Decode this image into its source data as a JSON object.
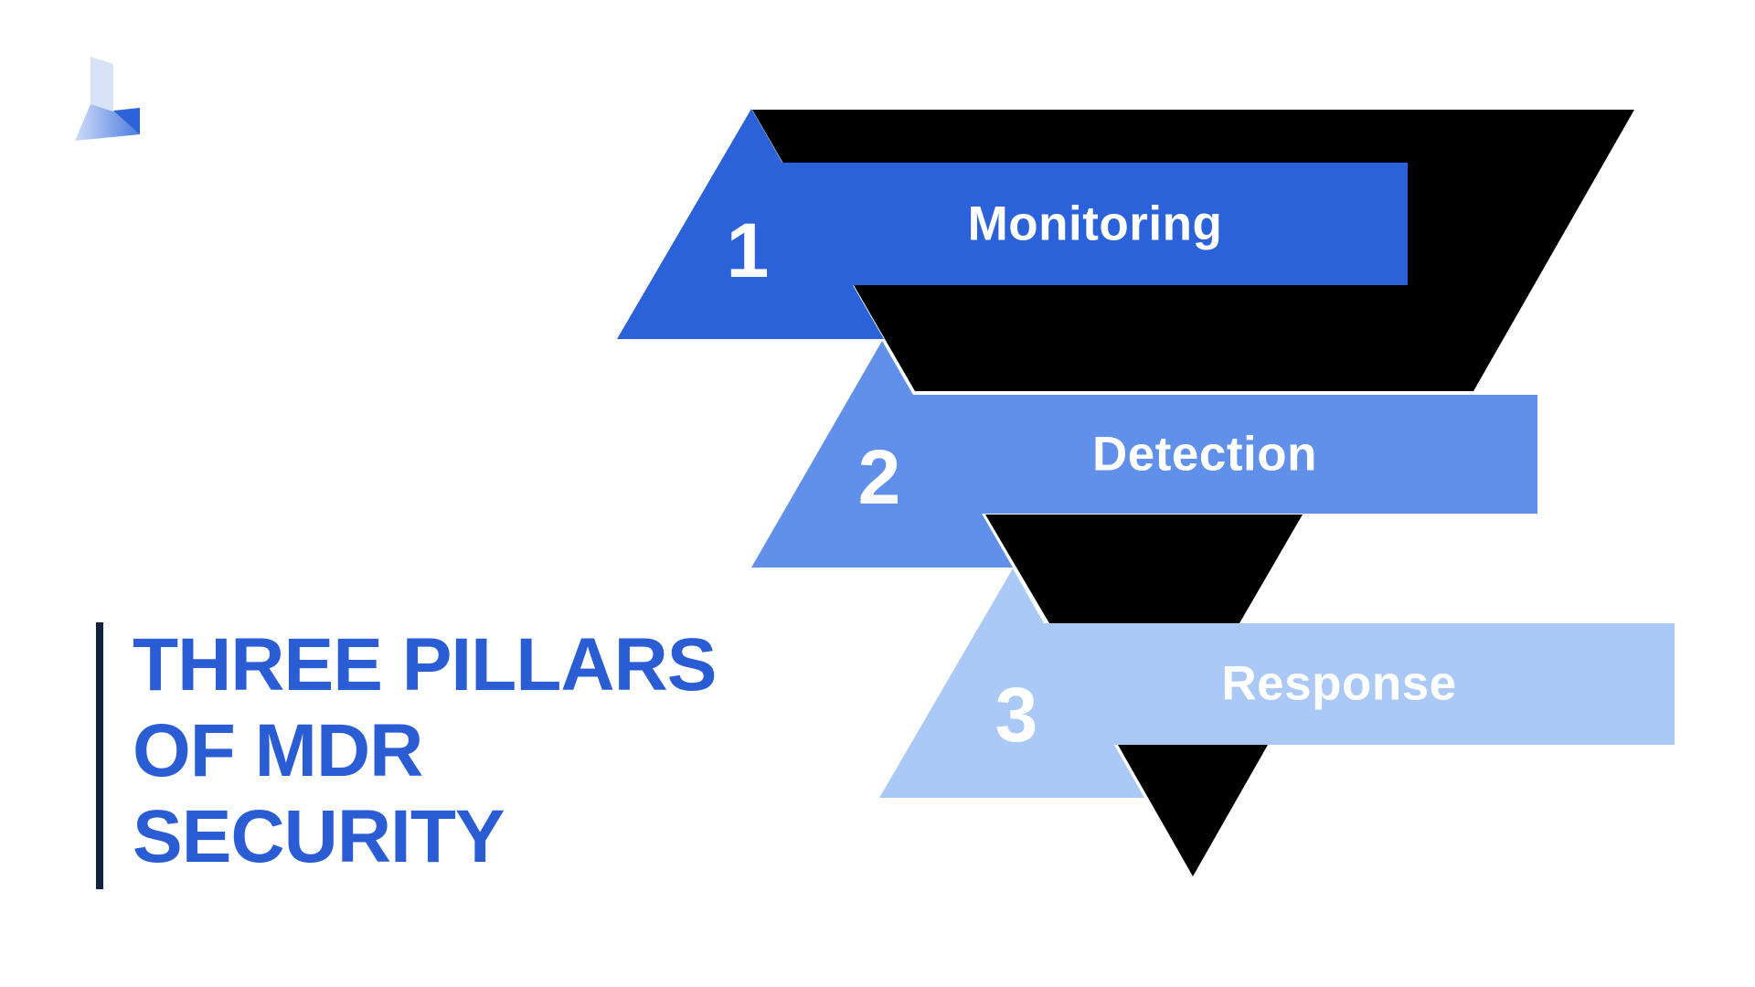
{
  "slide": {
    "background": "#ffffff"
  },
  "logo": {
    "colors": {
      "pale": "#d8e3f8",
      "ribbon_light": "#cfdcf8",
      "ribbon_dark": "#4b7bdf",
      "dark": "#2d63d7"
    }
  },
  "title": {
    "lines": [
      "THREE PILLARS",
      "OF MDR",
      "SECURITY"
    ],
    "color": "#2a5cd4",
    "accent_color": "#10223f"
  },
  "funnel": {
    "black": "#000000",
    "text_color": "#ffffff",
    "steps": [
      {
        "number": "1",
        "label": "Monitoring",
        "color": "#2b62d9"
      },
      {
        "number": "2",
        "label": "Detection",
        "color": "#6090ea"
      },
      {
        "number": "3",
        "label": "Response",
        "color": "#abc9f7"
      }
    ]
  }
}
